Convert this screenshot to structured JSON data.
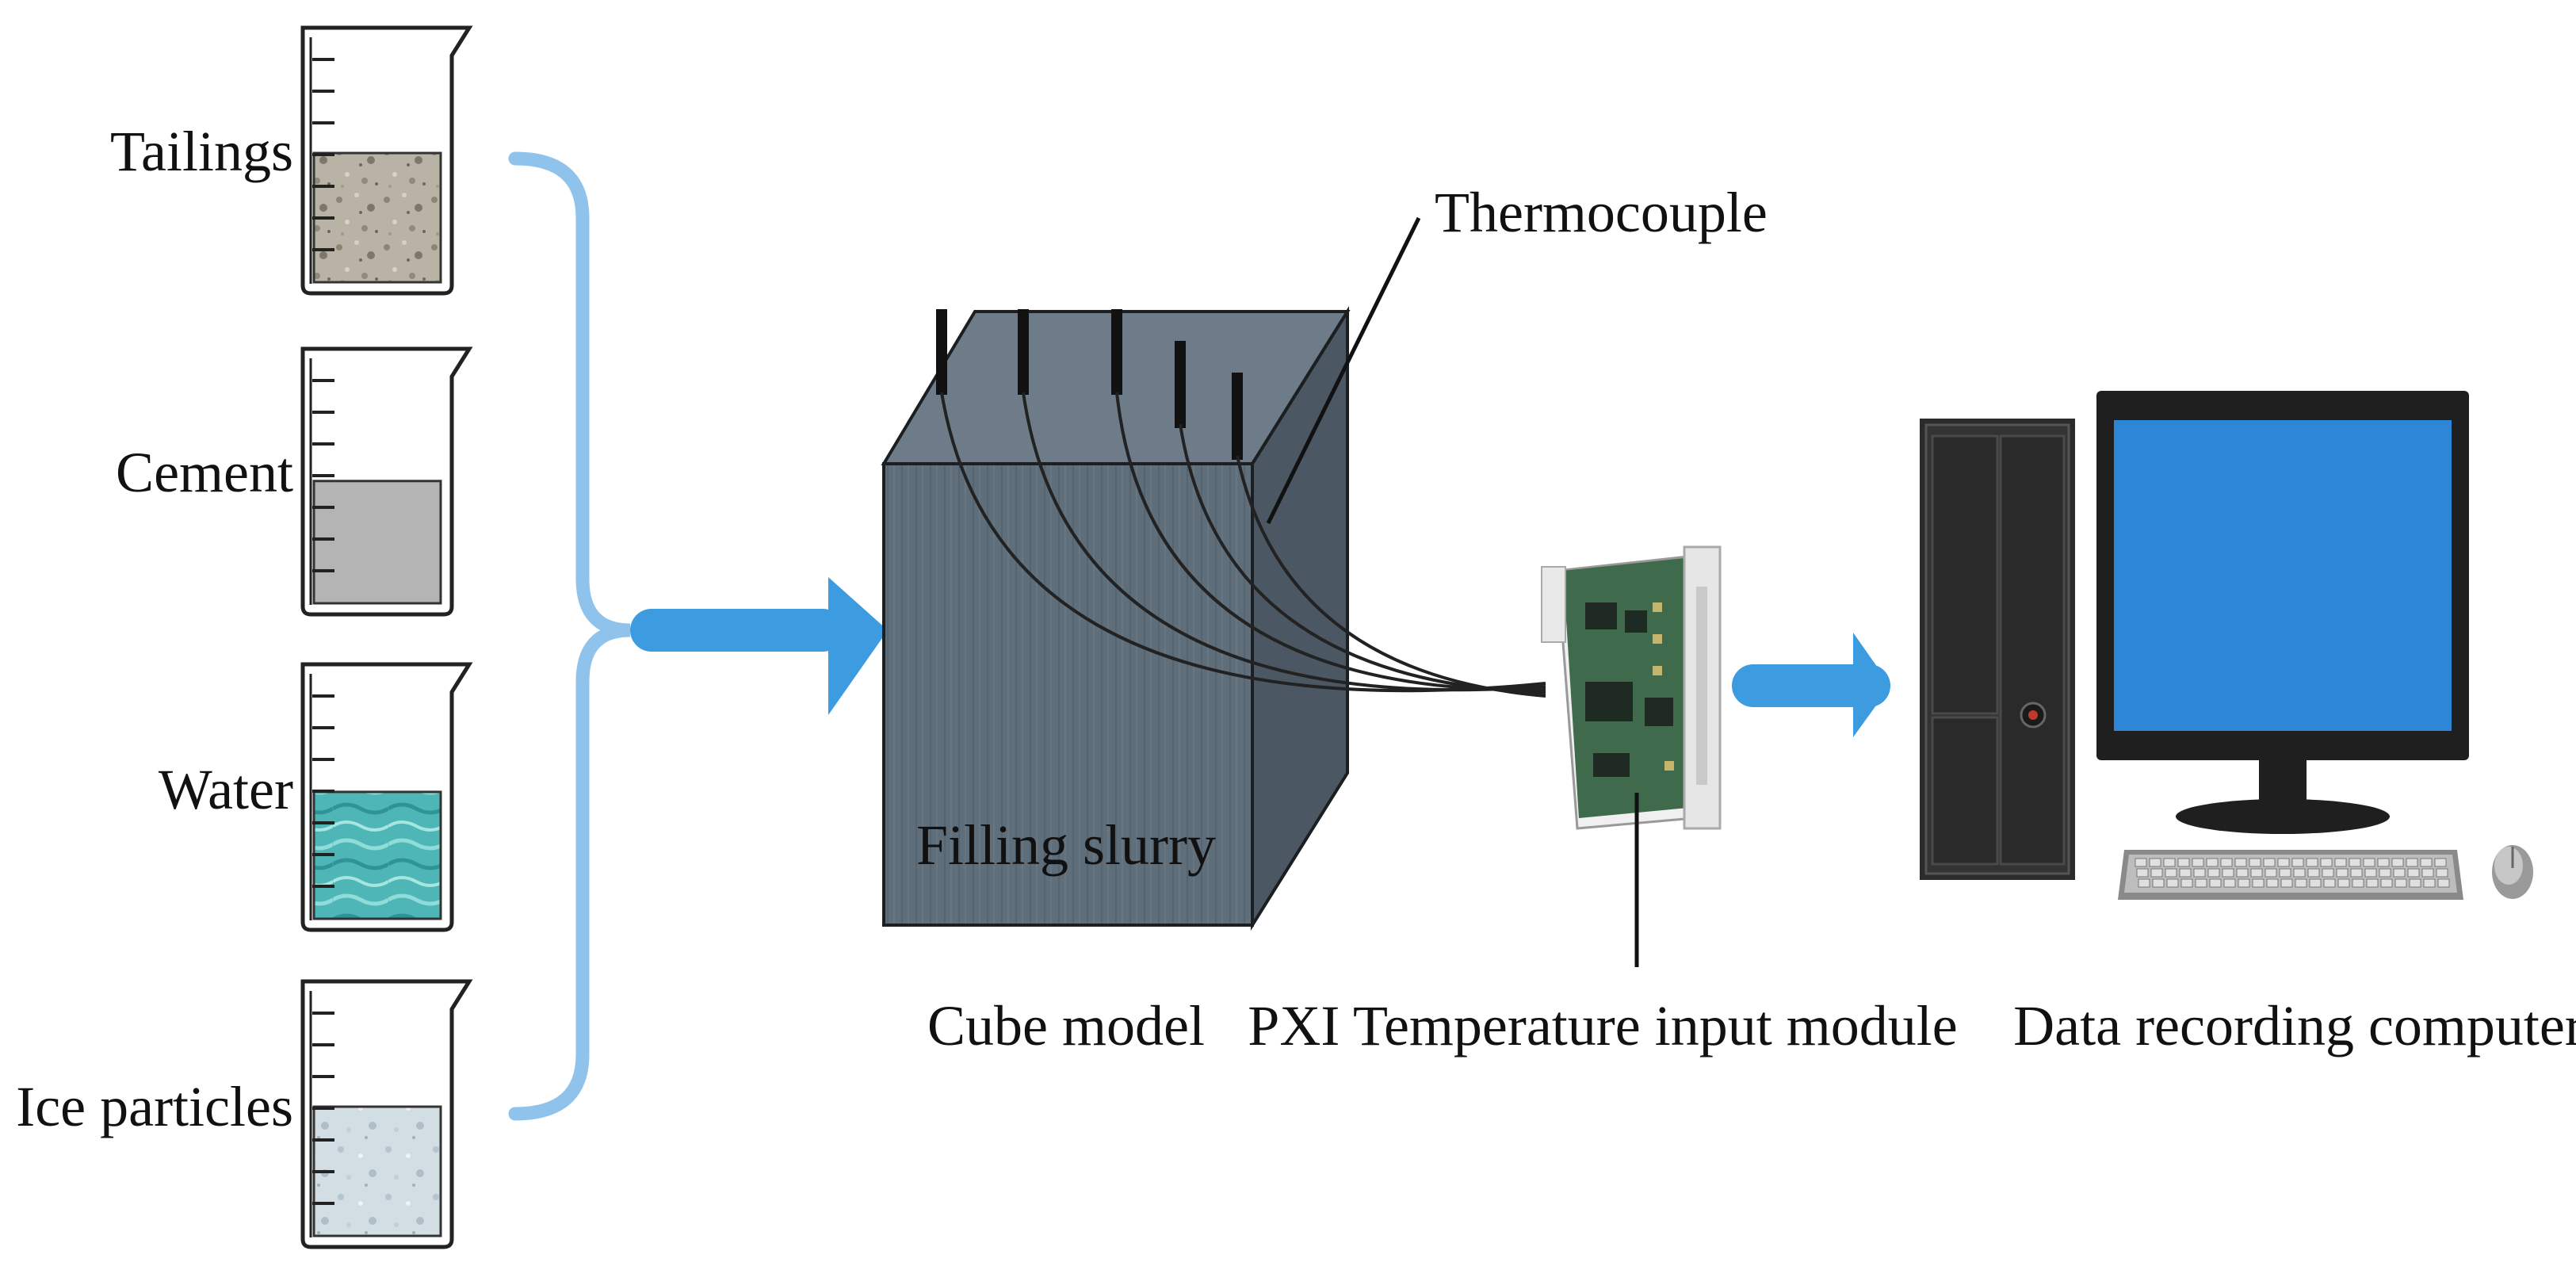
{
  "materials": [
    {
      "label": "Tailings",
      "fill": "texture-tailings",
      "level": 0.56
    },
    {
      "label": "Cement",
      "fill": "#b4b4b4",
      "level": 0.53
    },
    {
      "label": "Water",
      "fill": "texture-water",
      "level": 0.55
    },
    {
      "label": "Ice particles",
      "fill": "texture-ice",
      "level": 0.56
    }
  ],
  "cube": {
    "label": "Filling slurry",
    "caption": "Cube model"
  },
  "thermocouple": {
    "label": "Thermocouple"
  },
  "module": {
    "caption": "PXI Temperature input module"
  },
  "computer": {
    "caption": "Data recording computer"
  },
  "colors": {
    "arrow": "#3d9be0",
    "bracket": "#8fc3ec",
    "cube_front": "#5f6e7b",
    "cube_top": "#6e7c89",
    "cube_side": "#4b5864",
    "monitor_screen": "#2e86d6",
    "tower": "#2b2b2b"
  }
}
